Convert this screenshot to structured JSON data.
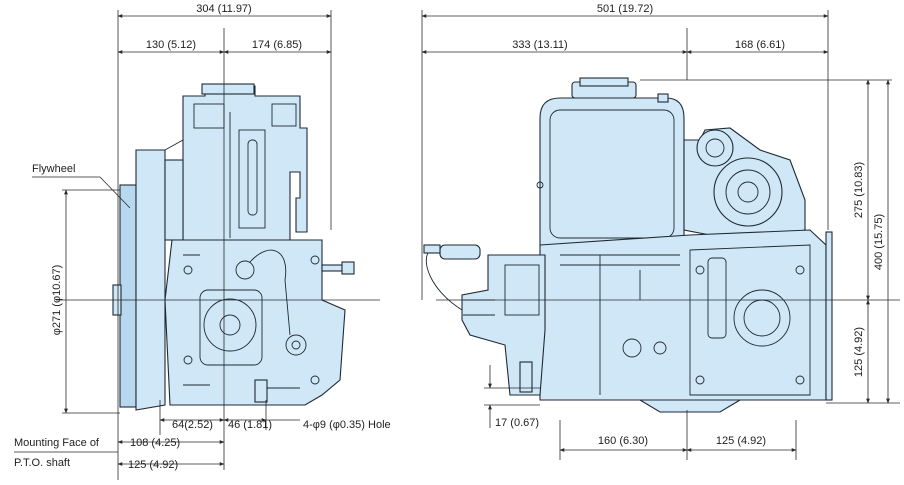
{
  "diagram": {
    "left_view": {
      "top_overall": "304 (11.97)",
      "top_left": "130 (5.12)",
      "top_right": "174 (6.85)",
      "flywheel_label": "Flywheel",
      "flywheel_diameter": "φ271 (φ10.67)",
      "bottom_64": "64(2.52)",
      "bottom_46": "46 (1.81)",
      "hole_note": "4-φ9 (φ0.35) Hole",
      "bottom_108": "108 (4.25)",
      "bottom_125": "125 (4.92)",
      "mounting_face_line1": "Mounting Face of",
      "mounting_face_line2": "P.T.O. shaft"
    },
    "right_view": {
      "top_overall": "501 (19.72)",
      "top_left": "333 (13.11)",
      "top_right": "168 (6.61)",
      "right_275": "275 (10.83)",
      "right_400": "400 (15.75)",
      "right_125": "125 (4.92)",
      "bottom_17": "17 (0.67)",
      "bottom_160": "160 (6.30)",
      "bottom_125": "125 (4.92)"
    }
  }
}
